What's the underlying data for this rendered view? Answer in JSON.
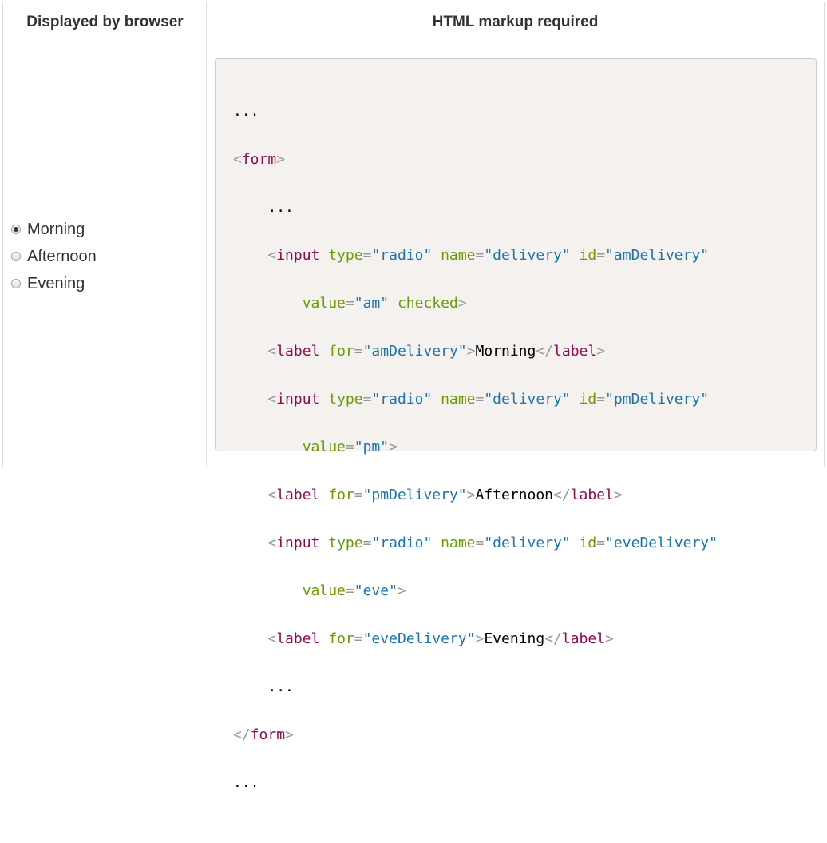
{
  "table": {
    "header_left": "Displayed by browser",
    "header_right": "HTML markup required"
  },
  "radios": [
    {
      "label": "Morning",
      "checked": true
    },
    {
      "label": "Afternoon",
      "checked": false
    },
    {
      "label": "Evening",
      "checked": false
    }
  ],
  "code": {
    "ellipsis": "...",
    "form_tag": "form",
    "input_tag": "input",
    "label_tag": "label",
    "type_attr": "type",
    "name_attr": "name",
    "id_attr": "id",
    "value_attr": "value",
    "for_attr": "for",
    "checked_attr": "checked",
    "radio_val": "\"radio\"",
    "delivery_val": "\"delivery\"",
    "am_id_val": "\"amDelivery\"",
    "pm_id_val": "\"pmDelivery\"",
    "eve_id_val": "\"eveDelivery\"",
    "am_val": "\"am\"",
    "pm_val": "\"pm\"",
    "eve_val": "\"eve\"",
    "morning_text": "Morning",
    "afternoon_text": "Afternoon",
    "evening_text": "Evening"
  },
  "colors": {
    "tag": "#8a0d53",
    "attribute": "#6a9a07",
    "value": "#1e74a8",
    "punctuation": "#999999",
    "code_background": "#f4f1ee"
  }
}
